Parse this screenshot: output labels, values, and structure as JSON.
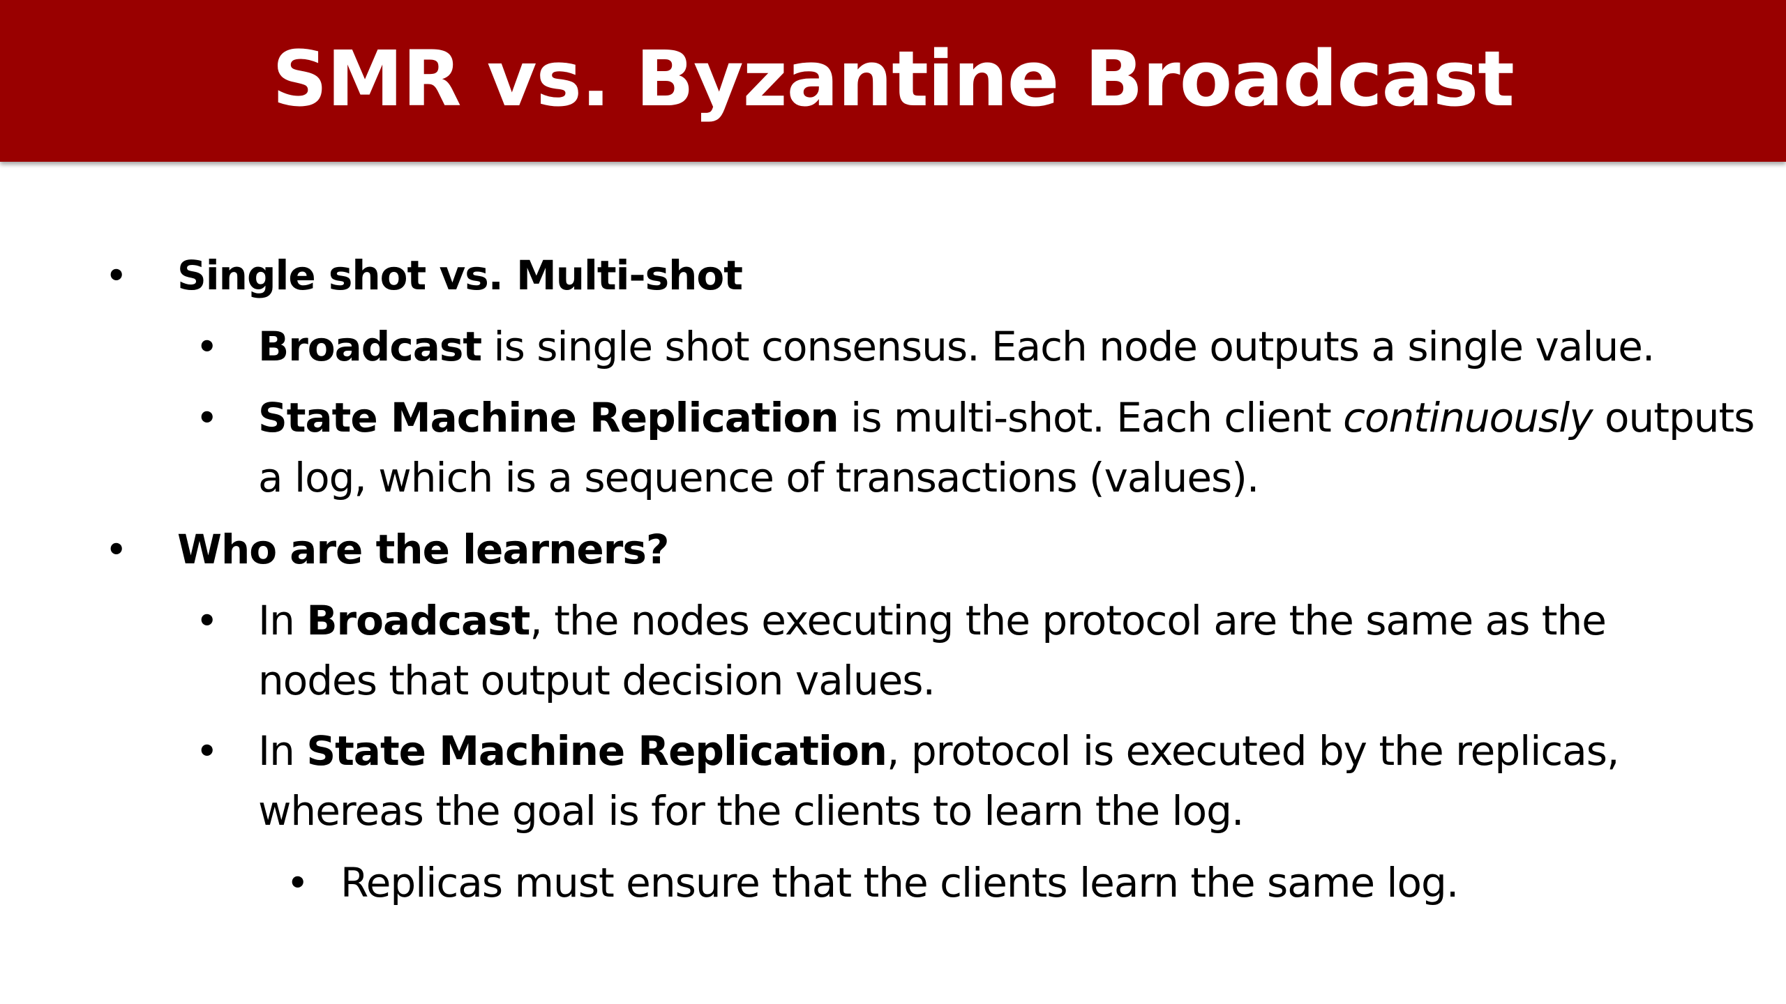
{
  "slide": {
    "title": "SMR vs. Byzantine Broadcast",
    "bullet_glyph": "•",
    "sections": [
      {
        "heading": "Single shot vs. Multi-shot",
        "items": [
          {
            "bold": "Broadcast",
            "rest": " is single shot consensus. Each node outputs a single value."
          },
          {
            "bold": "State Machine Replication",
            "rest_before_italic": " is multi-shot. Each client ",
            "italic": "continuously",
            "rest_after_italic": " outputs",
            "line2": "a log, which is a sequence of transactions (values)."
          }
        ]
      },
      {
        "heading": "Who are the learners?",
        "items": [
          {
            "prefix": "In ",
            "bold": "Broadcast",
            "rest": ", the nodes executing the protocol are the same as the",
            "line2": "nodes that output decision values."
          },
          {
            "prefix": "In ",
            "bold": "State Machine Replication",
            "rest": ", protocol is executed by the replicas,",
            "line2": "whereas the goal is for the clients to learn the log.",
            "sub": "Replicas must ensure that the clients learn the same log."
          }
        ]
      }
    ]
  },
  "colors": {
    "title_bar": "#990000",
    "title_text": "#ffffff",
    "body_text": "#000000",
    "background": "#ffffff"
  }
}
